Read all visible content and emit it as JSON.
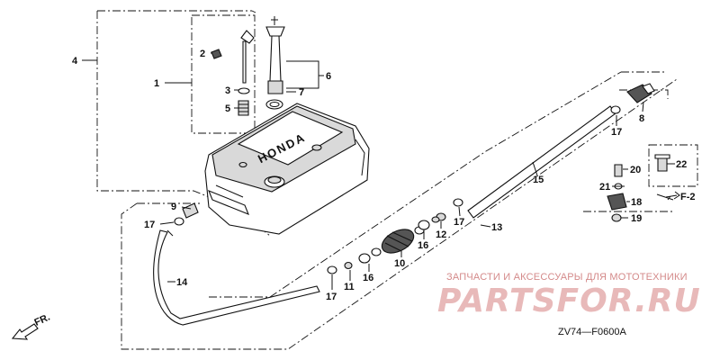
{
  "callouts": [
    "1",
    "2",
    "3",
    "4",
    "5",
    "6",
    "7",
    "8",
    "9",
    "10",
    "11",
    "12",
    "13",
    "14",
    "15",
    "16",
    "16",
    "17",
    "17",
    "17",
    "17",
    "17",
    "18",
    "19",
    "20",
    "21",
    "22"
  ],
  "direction_front": "FR.",
  "direction_ref": "F-2",
  "brand_text": "HONDA",
  "diagram_code": "ZV74—F0600A",
  "watermark": {
    "tagline": "ЗАПЧАСТИ И АКСЕССУАРЫ ДЛЯ МОТОТЕХНИКИ",
    "brand": "PARTSFOR.RU"
  }
}
